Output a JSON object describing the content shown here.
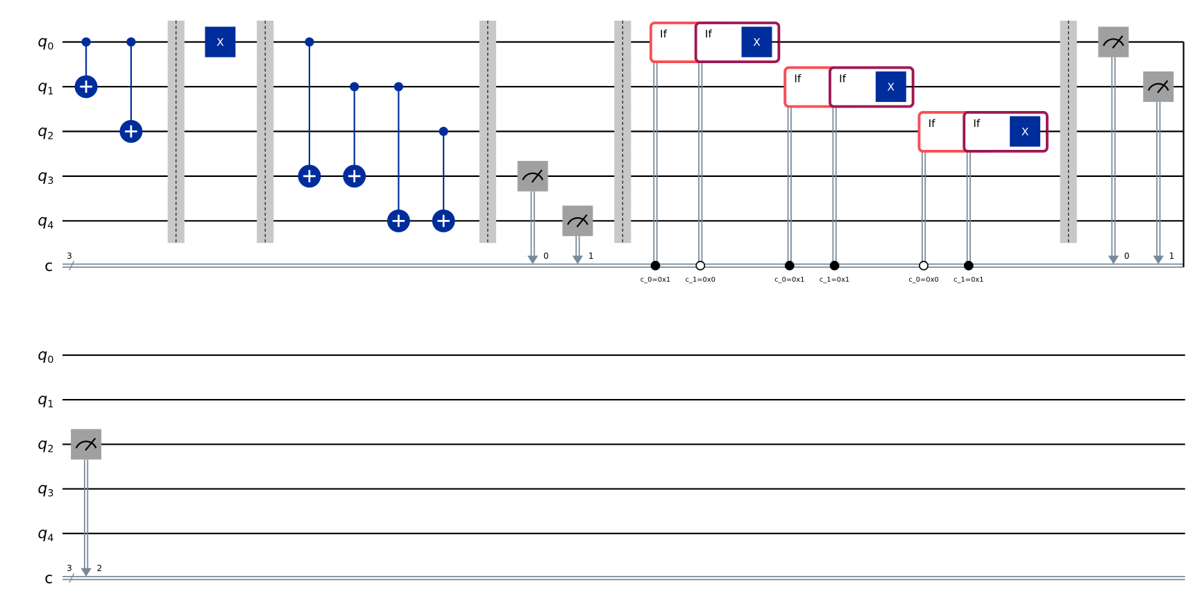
{
  "colors": {
    "gate": "#002D9C",
    "measure": "#A0A0A0",
    "barrier": "#C8C8C8",
    "classical": "#778899",
    "if_outer": "#FA4D56",
    "if_inner": "#9F1853",
    "wire": "#000000"
  },
  "sections": [
    {
      "qubits": [
        {
          "name": "q",
          "index": "0"
        },
        {
          "name": "q",
          "index": "1"
        },
        {
          "name": "q",
          "index": "2"
        },
        {
          "name": "q",
          "index": "3"
        },
        {
          "name": "q",
          "index": "4"
        }
      ],
      "creg": {
        "name": "c",
        "size": "3"
      },
      "ops": [
        {
          "type": "cx",
          "control": 0,
          "target": 1
        },
        {
          "type": "cx",
          "control": 0,
          "target": 2
        },
        {
          "type": "barrier"
        },
        {
          "type": "x",
          "qubit": 0,
          "label": "X"
        },
        {
          "type": "barrier"
        },
        {
          "type": "cx",
          "control": 0,
          "target": 3
        },
        {
          "type": "cx",
          "control": 1,
          "target": 3
        },
        {
          "type": "cx",
          "control": 1,
          "target": 4
        },
        {
          "type": "cx",
          "control": 2,
          "target": 4
        },
        {
          "type": "barrier"
        },
        {
          "type": "measure",
          "qubit": 3,
          "bit": "0"
        },
        {
          "type": "measure",
          "qubit": 4,
          "bit": "1"
        },
        {
          "type": "barrier"
        },
        {
          "type": "if_pair",
          "qubit": 0,
          "label_outer": "If",
          "label_inner": "If",
          "gate": "X",
          "cond_outer": "c_0=0x1",
          "cond_outer_value": 1,
          "cond_inner": "c_1=0x0",
          "cond_inner_value": 0
        },
        {
          "type": "if_pair",
          "qubit": 1,
          "label_outer": "If",
          "label_inner": "If",
          "gate": "X",
          "cond_outer": "c_0=0x1",
          "cond_outer_value": 1,
          "cond_inner": "c_1=0x1",
          "cond_inner_value": 1
        },
        {
          "type": "if_pair",
          "qubit": 2,
          "label_outer": "If",
          "label_inner": "If",
          "gate": "X",
          "cond_outer": "c_0=0x0",
          "cond_outer_value": 0,
          "cond_inner": "c_1=0x1",
          "cond_inner_value": 1
        },
        {
          "type": "barrier"
        },
        {
          "type": "measure",
          "qubit": 0,
          "bit": "0"
        },
        {
          "type": "measure",
          "qubit": 1,
          "bit": "1"
        }
      ]
    },
    {
      "qubits": [
        {
          "name": "q",
          "index": "0"
        },
        {
          "name": "q",
          "index": "1"
        },
        {
          "name": "q",
          "index": "2"
        },
        {
          "name": "q",
          "index": "3"
        },
        {
          "name": "q",
          "index": "4"
        }
      ],
      "creg": {
        "name": "c",
        "size": "3"
      },
      "ops": [
        {
          "type": "measure",
          "qubit": 2,
          "bit": "2"
        }
      ]
    }
  ]
}
